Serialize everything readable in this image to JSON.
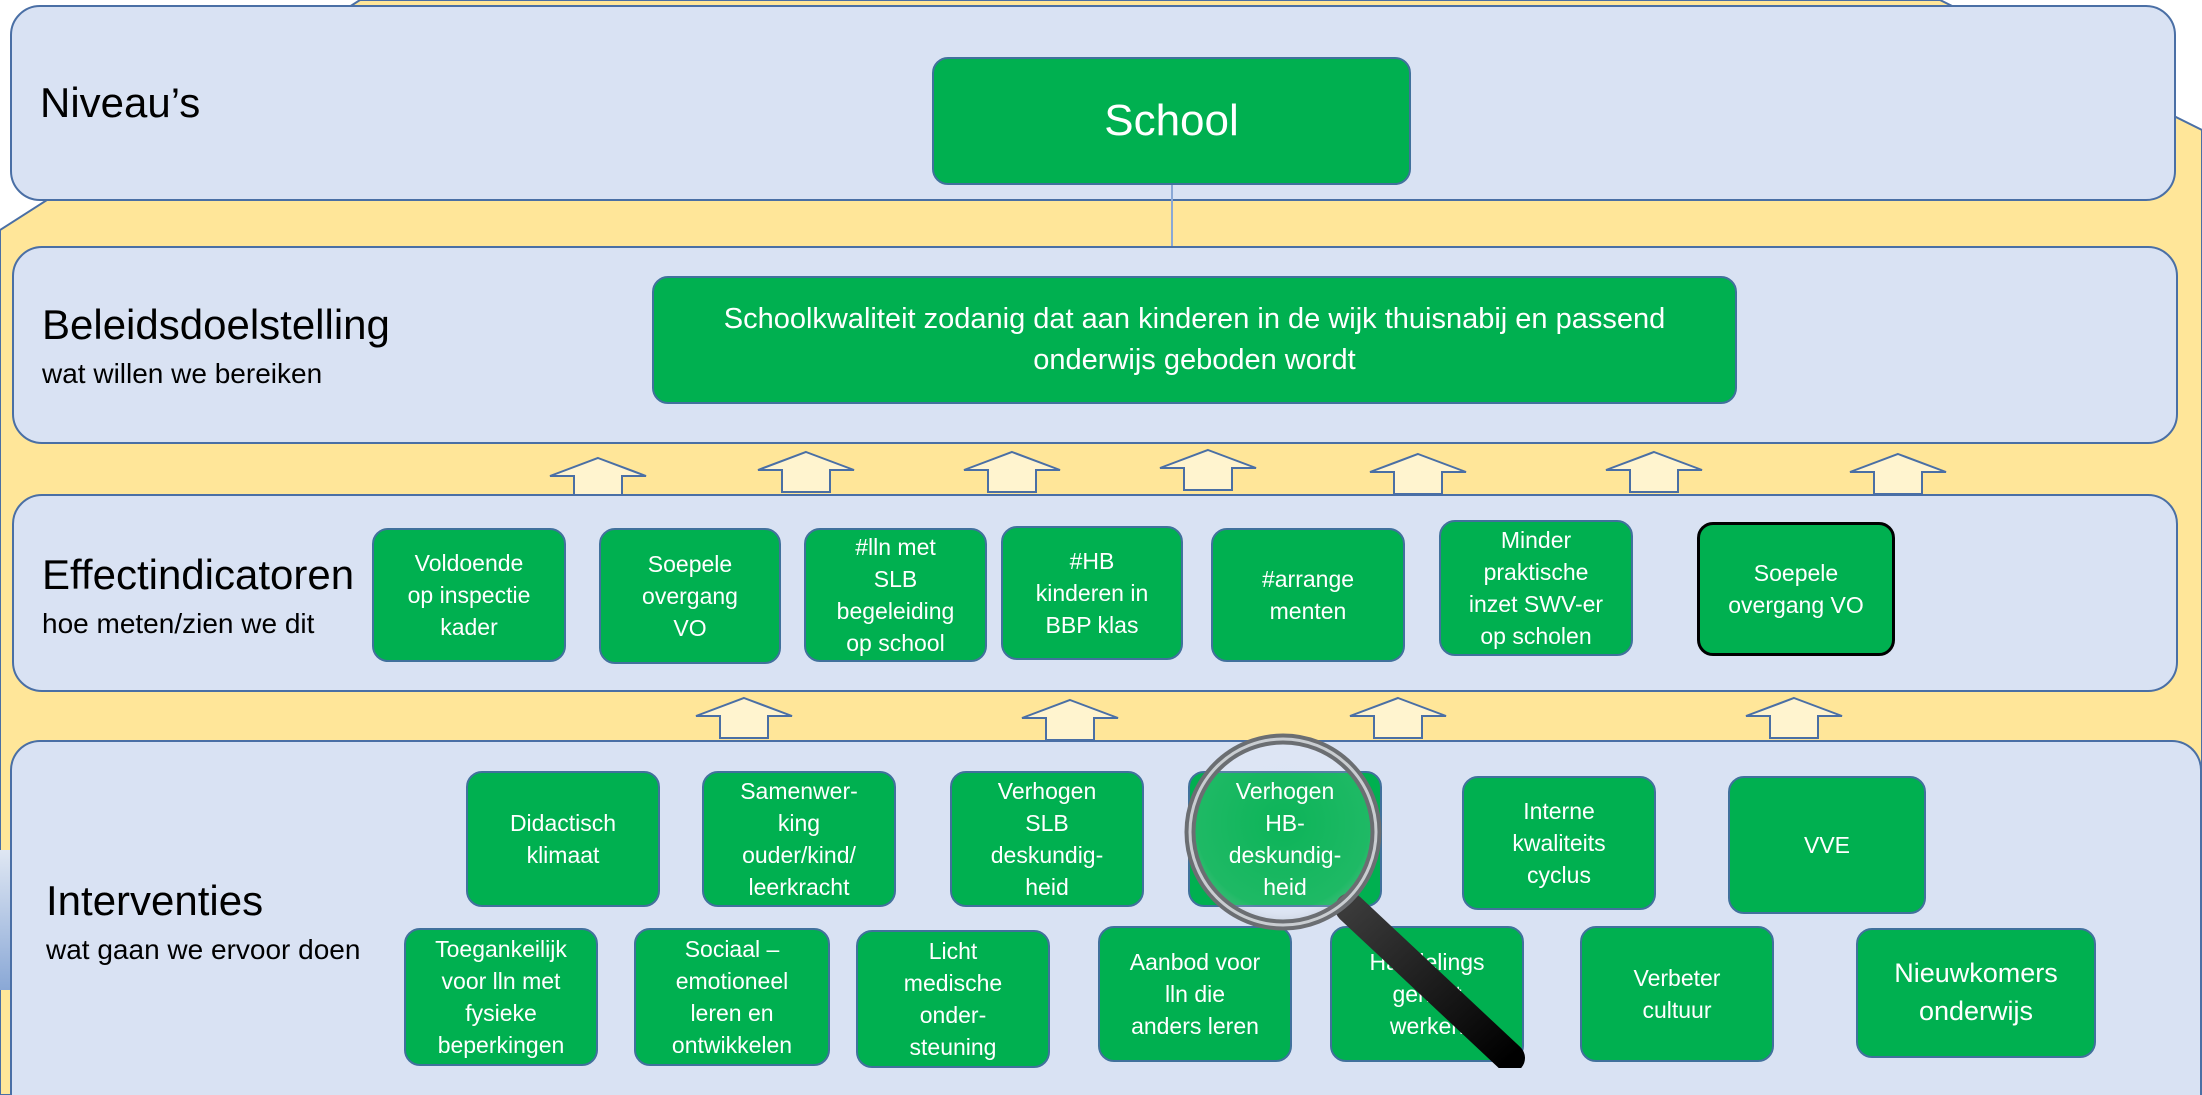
{
  "levels": {
    "niveau": {
      "title": "Niveau’s"
    },
    "beleid": {
      "title": "Beleidsdoelstelling",
      "subtitle": "wat willen we bereiken"
    },
    "effect": {
      "title": "Effectindicatoren",
      "subtitle": "hoe meten/zien we dit"
    },
    "interventies": {
      "title": "Interventies",
      "subtitle": "wat gaan we ervoor doen"
    }
  },
  "school": "School",
  "goal": "Schoolkwaliteit zodanig dat aan kinderen in de wijk thuisnabij en passend\nonderwijs geboden wordt",
  "indicators": [
    "Voldoende\nop inspectie\nkader",
    "Soepele\novergang\nVO",
    "#lln met\nSLB\nbegeleiding\nop school",
    "#HB\nkinderen in\nBBP klas",
    "#arrange\nmenten",
    "Minder\npraktische\ninzet SWV-er\nop scholen",
    "Soepele\novergang VO"
  ],
  "interventions_top": [
    "Didactisch\nklimaat",
    "Samenwer-\nking\nouder/kind/\nleerkracht",
    "Verhogen\nSLB\ndeskundig-\nheid",
    "Verhogen\nHB-\ndeskundig-\nheid",
    "Interne\nkwaliteits\ncyclus",
    "VVE"
  ],
  "interventions_bottom": [
    "Toegankeilijk\nvoor  lln met\nfysieke\nbeperkingen",
    "Sociaal –\nemotioneel\nleren en\nontwikkelen",
    "Licht\nmedische\nonder-\nsteuning",
    "Aanbod voor\nlln die\nanders leren",
    "Handelings\ngericht\nwerken",
    "Verbeter\ncultuur",
    "Nieuwkomers\nonderwijs"
  ],
  "colors": {
    "band": "#d9e2f3",
    "box": "#00b050",
    "backdrop": "#ffe699",
    "border": "#41719c"
  },
  "icons": [
    "up-arrow-icon",
    "magnifier-icon"
  ]
}
